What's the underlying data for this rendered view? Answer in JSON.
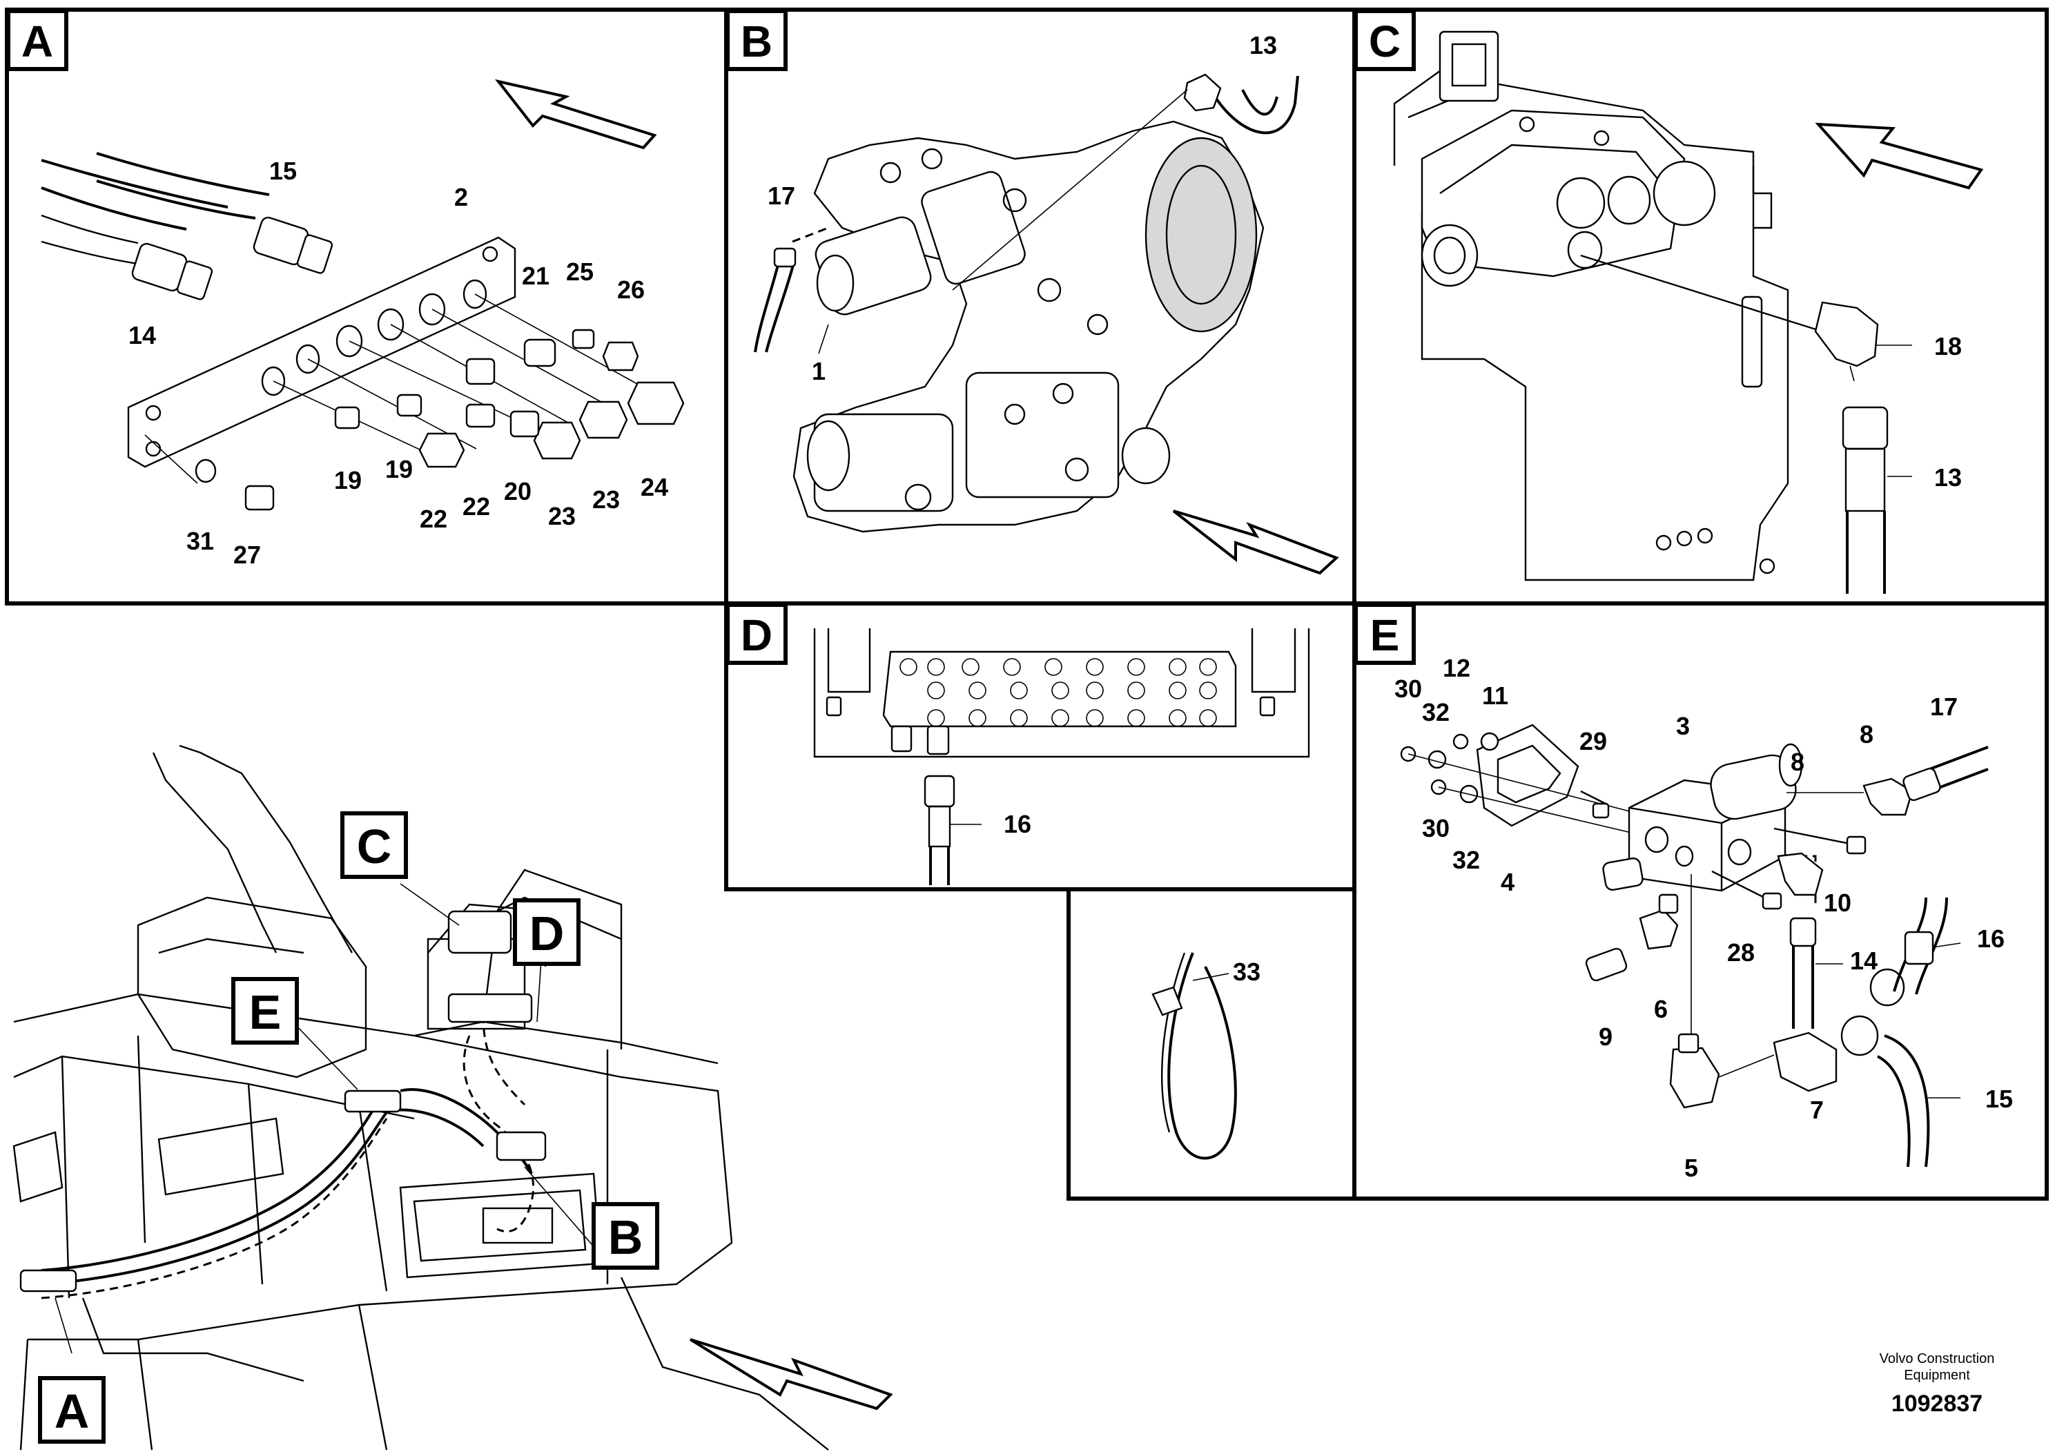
{
  "panels": {
    "A": {
      "letter": "A",
      "callouts": [
        "15",
        "2",
        "21",
        "25",
        "26",
        "14",
        "19",
        "19",
        "22",
        "22",
        "20",
        "23",
        "23",
        "24",
        "31",
        "27"
      ]
    },
    "B": {
      "letter": "B",
      "callouts": [
        "13",
        "17",
        "1"
      ]
    },
    "C": {
      "letter": "C",
      "callouts": [
        "18",
        "13"
      ]
    },
    "D": {
      "letter": "D",
      "callouts": [
        "16"
      ]
    },
    "cable_tie": {
      "callouts": [
        "33"
      ]
    },
    "E": {
      "letter": "E",
      "callouts": [
        "30",
        "12",
        "11",
        "32",
        "29",
        "3",
        "8",
        "17",
        "8",
        "30",
        "32",
        "4",
        "10",
        "16",
        "28",
        "14",
        "6",
        "9",
        "7",
        "15",
        "5"
      ]
    }
  },
  "overview": {
    "labels": [
      "C",
      "D",
      "E",
      "B",
      "A"
    ]
  },
  "footer": {
    "company_line1": "Volvo Construction",
    "company_line2": "Equipment",
    "drawing_number": "1092837"
  }
}
